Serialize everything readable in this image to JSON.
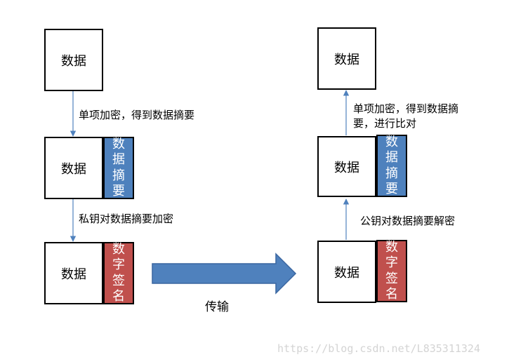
{
  "colors": {
    "digest": "#4e81bd",
    "signature": "#c0504d",
    "arrow": "#4f81bd",
    "line": "#4f81bd"
  },
  "left": {
    "box_top": "数据",
    "step1": "单项加密，得到数据摘要",
    "box_mid": "数据",
    "digest_tag": [
      "数",
      "据",
      "摘",
      "要"
    ],
    "step2": "私钥对数据摘要加密",
    "box_bottom": "数据",
    "signature_tag": [
      "数",
      "字",
      "签",
      "名"
    ]
  },
  "transfer": {
    "label": "传输"
  },
  "right": {
    "box_top": "数据",
    "step2_line1": "单项加密，得到数据摘",
    "step2_line2": "要，进行比对",
    "box_mid": "数据",
    "digest_tag": [
      "数",
      "据",
      "摘",
      "要"
    ],
    "step1": "公钥对数据摘要解密",
    "box_bottom": "数据",
    "signature_tag": [
      "数",
      "字",
      "签",
      "名"
    ]
  },
  "watermark": "https://blog.csdn.net/L835311324"
}
